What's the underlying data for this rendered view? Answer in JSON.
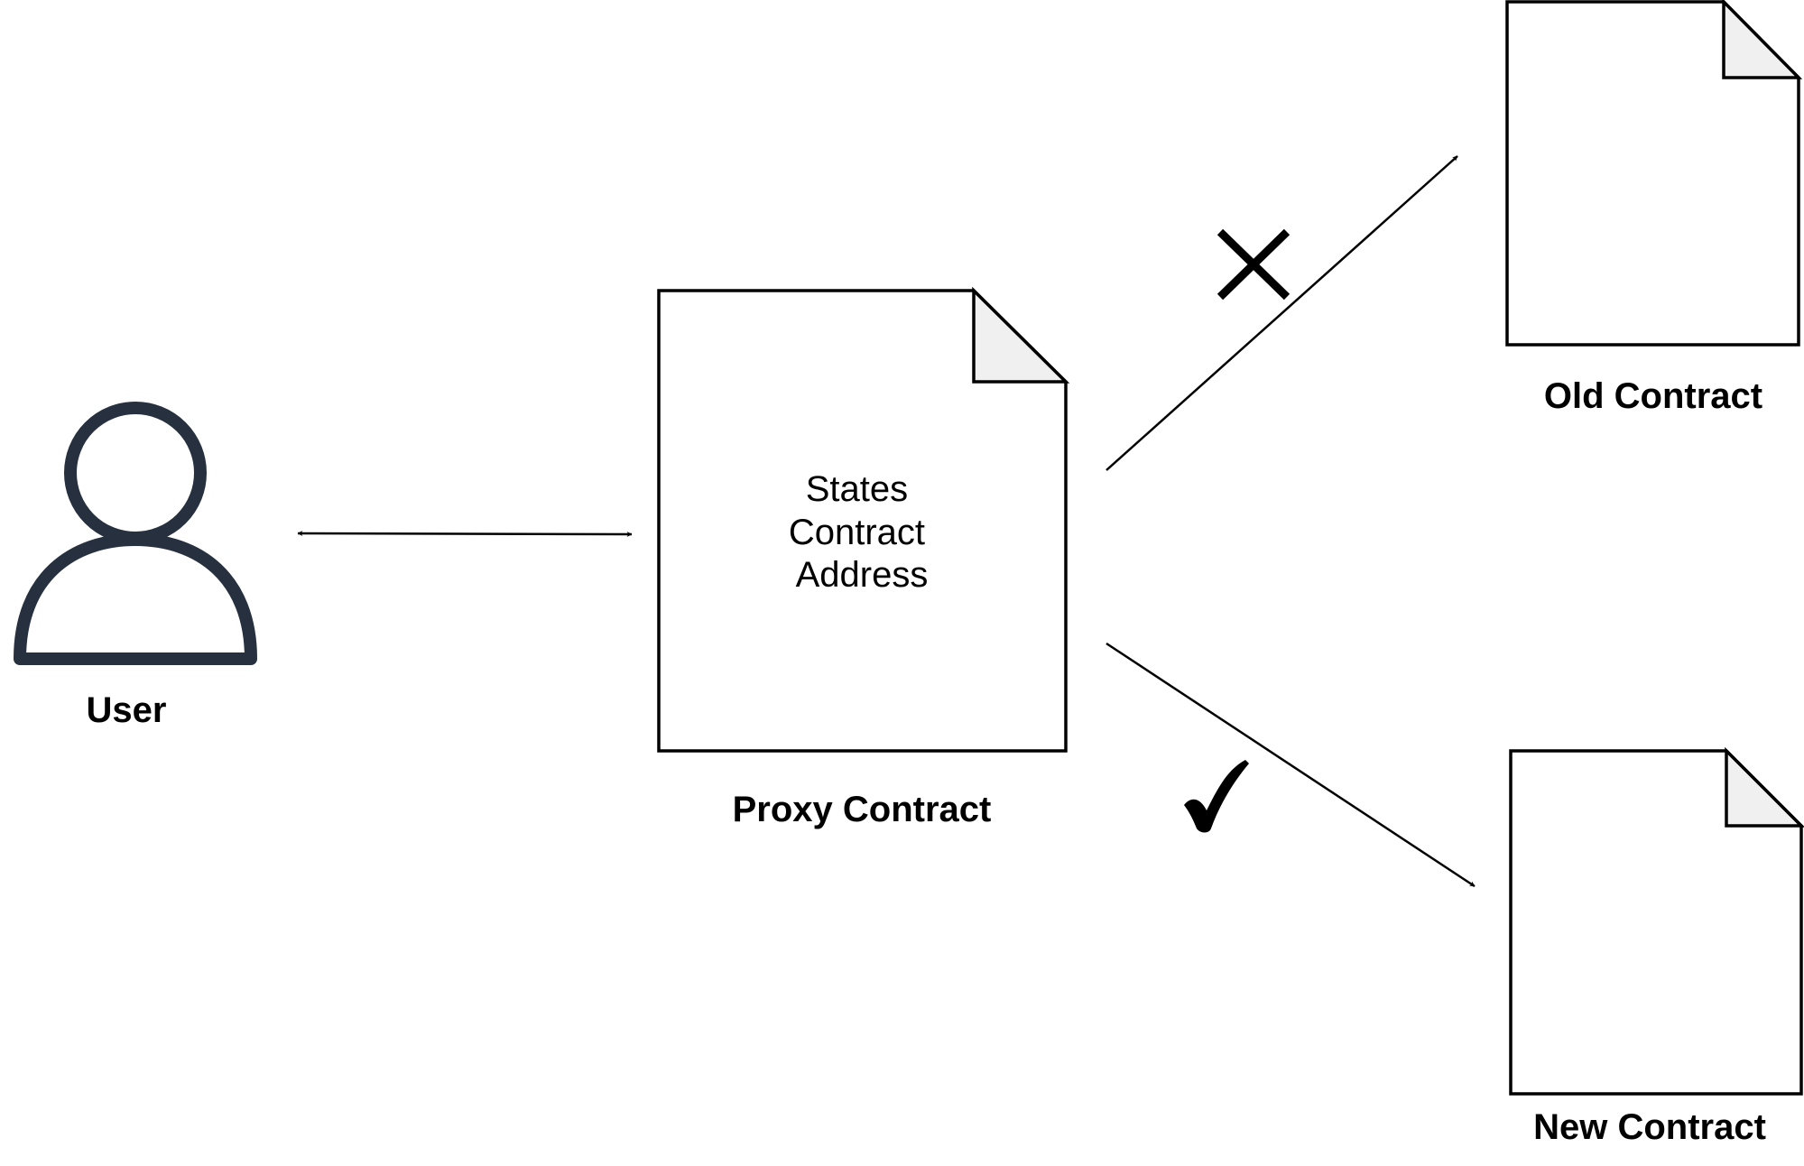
{
  "labels": {
    "user": "User",
    "proxy": "Proxy Contract",
    "old": "Old Contract",
    "new": "New Contract"
  },
  "proxy_contents": [
    "States",
    "Contract",
    "Address"
  ],
  "connections": [
    {
      "from": "User",
      "to": "Proxy Contract",
      "direction": "both"
    },
    {
      "from": "Proxy Contract",
      "to": "Old Contract",
      "mark": "✕"
    },
    {
      "from": "Proxy Contract",
      "to": "New Contract",
      "mark": "✓"
    }
  ],
  "colors": {
    "user_icon": "#26303e",
    "outline": "#000000",
    "fold": "#f0f0f0"
  },
  "icons": {
    "user": "user-icon",
    "document": "document-icon",
    "cross": "cross-mark-icon",
    "check": "check-mark-icon"
  }
}
